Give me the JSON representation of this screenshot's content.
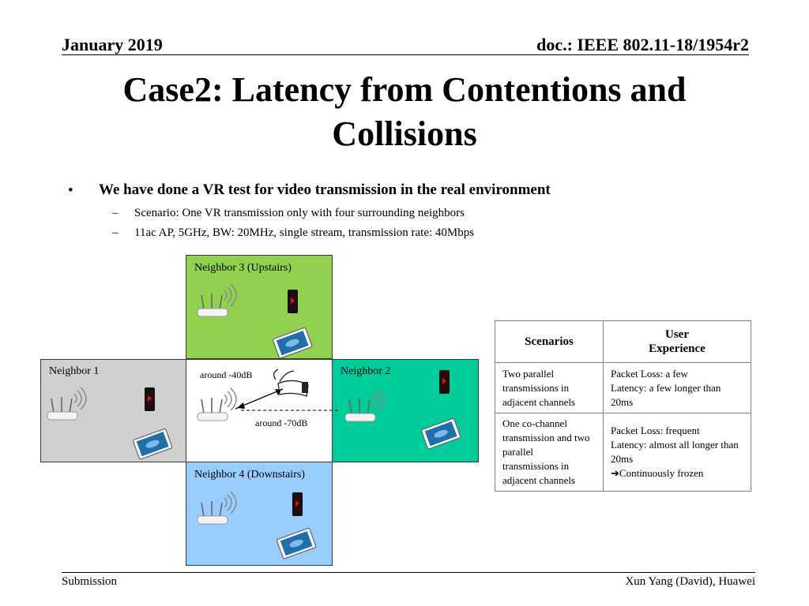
{
  "header": {
    "date": "January 2019",
    "doc_id": "doc.: IEEE 802.11-18/1954r2"
  },
  "title": "Case2: Latency from Contentions and Collisions",
  "bullets": {
    "main": "We have done a VR test for video transmission in the real environment",
    "subs": [
      "Scenario: One VR transmission only with four surrounding neighbors",
      "11ac AP, 5GHz, BW: 20MHz, single stream, transmission rate: 40Mbps"
    ]
  },
  "diagram": {
    "zones": {
      "neighbor3": {
        "label": "Neighbor 3 (Upstairs)",
        "color": "#92d050"
      },
      "neighbor1": {
        "label": "Neighbor 1",
        "color": "#d0d0d0"
      },
      "center": {
        "label": "",
        "color": "#ffffff"
      },
      "neighbor2": {
        "label": "Neighbor 2",
        "color": "#00cc99"
      },
      "neighbor4": {
        "label": "Neighbor 4 (Downstairs)",
        "color": "#99ccff"
      }
    },
    "annotations": {
      "vr_signal": "around -40dB",
      "neighbor_signal": "around -70dB"
    }
  },
  "table": {
    "headers": [
      "Scenarios",
      "User Experience"
    ],
    "rows": [
      {
        "scenario": "Two parallel transmissions in adjacent channels",
        "experience": [
          "Packet Loss: a few",
          "Latency: a few longer than 20ms"
        ]
      },
      {
        "scenario": "One co-channel transmission and two parallel transmissions in adjacent channels",
        "experience": [
          "Packet Loss: frequent",
          "Latency: almost all longer than 20ms",
          "Continuously frozen"
        ]
      }
    ]
  },
  "footer": {
    "left": "Submission",
    "right": "Xun Yang (David), Huawei"
  }
}
